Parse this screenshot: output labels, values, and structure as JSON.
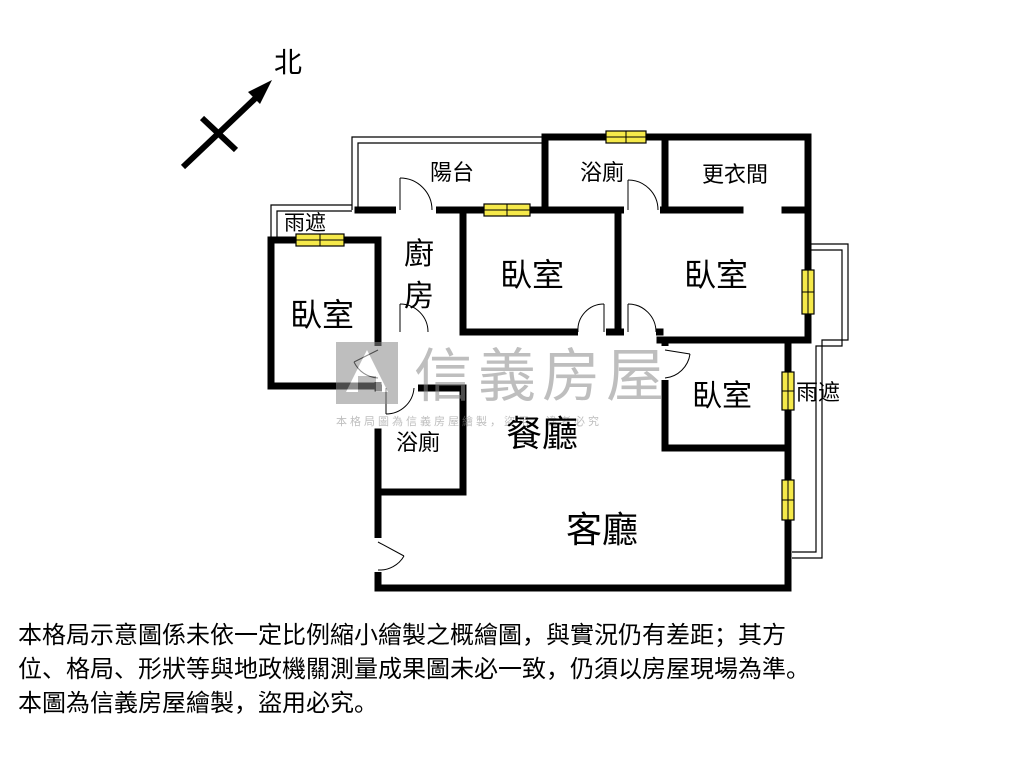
{
  "compass": {
    "north_label": "北"
  },
  "rooms": {
    "balcony": "陽台",
    "bath_top": "浴廁",
    "walk_in_closet": "更衣間",
    "awning_left": "雨遮",
    "kitchen_line1": "廚",
    "kitchen_line2": "房",
    "bedroom_left": "臥室",
    "bedroom_center": "臥室",
    "bedroom_right": "臥室",
    "bedroom_lower_right": "臥室",
    "awning_right": "雨遮",
    "bath_bottom": "浴廁",
    "dining": "餐廳",
    "living": "客廳"
  },
  "watermark": {
    "brand": "信義房屋",
    "caption": "本格局圖為信義房屋繪製，盜用，違者必究"
  },
  "disclaimer": {
    "line1": "本格局示意圖係未依一定比例縮小繪製之概繪圖，與實況仍有差距；其方",
    "line2": "位、格局、形狀等與地政機關測量成果圖未必一致，仍須以房屋現場為準。",
    "line3": "本圖為信義房屋繪製，盜用必究。"
  },
  "colors": {
    "window": "#f5e94a",
    "wall": "#000000",
    "watermark": "#8a8a8a"
  }
}
